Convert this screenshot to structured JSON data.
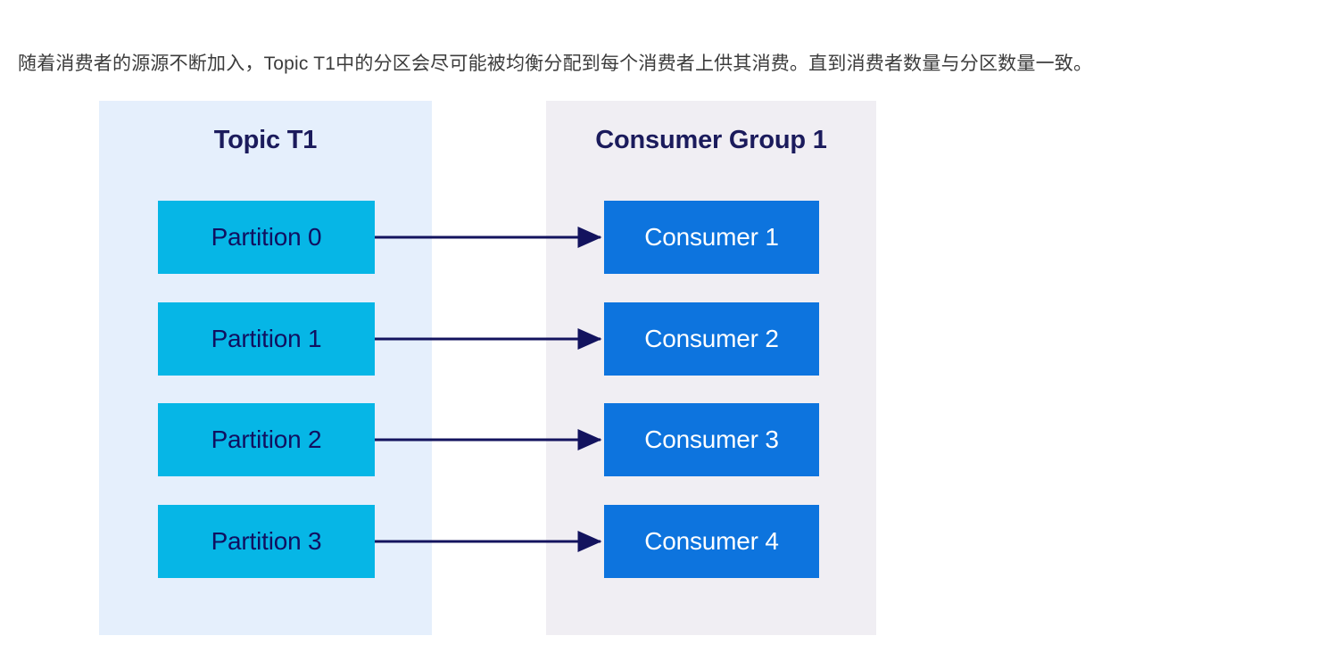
{
  "caption": {
    "text": "随着消费者的源源不断加入，Topic T1中的分区会尽可能被均衡分配到每个消费者上供其消费。直到消费者数量与分区数量一致。"
  },
  "colors": {
    "page_background": "#ffffff",
    "caption_text": "#3c3c3c",
    "topic_panel_background": "#e5effc",
    "group_panel_background": "#f0eef3",
    "partition_fill": "#06b6e6",
    "partition_text": "#101060",
    "consumer_fill": "#0d74de",
    "consumer_text": "#ffffff",
    "title_text": "#1b1b5c",
    "arrow_stroke": "#13135e"
  },
  "diagram": {
    "type": "flow",
    "topic_panel": {
      "title": "Topic T1",
      "nodes": [
        {
          "label": "Partition 0"
        },
        {
          "label": "Partition 1"
        },
        {
          "label": "Partition 2"
        },
        {
          "label": "Partition 3"
        }
      ]
    },
    "group_panel": {
      "title": "Consumer Group 1",
      "nodes": [
        {
          "label": "Consumer 1"
        },
        {
          "label": "Consumer 2"
        },
        {
          "label": "Consumer 3"
        },
        {
          "label": "Consumer 4"
        }
      ]
    },
    "edges": [
      {
        "from": "Partition 0",
        "to": "Consumer 1"
      },
      {
        "from": "Partition 1",
        "to": "Consumer 2"
      },
      {
        "from": "Partition 2",
        "to": "Consumer 3"
      },
      {
        "from": "Partition 3",
        "to": "Consumer 4"
      }
    ]
  }
}
